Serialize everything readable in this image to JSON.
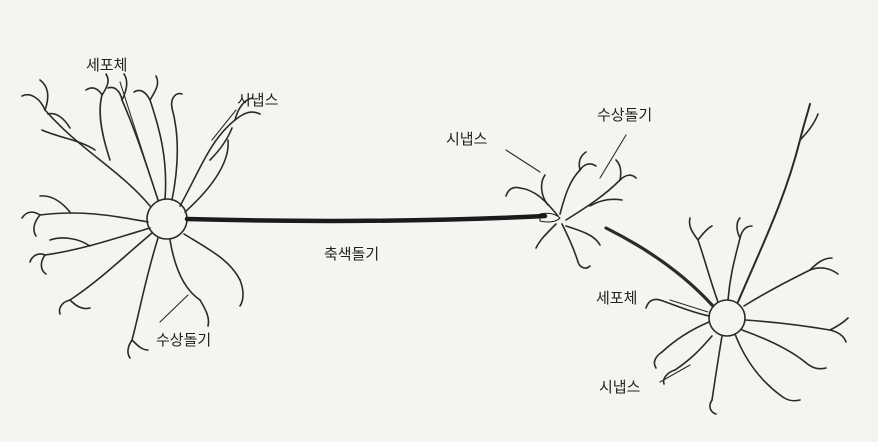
{
  "labels": {
    "cell_body_left": "세포체",
    "synapse_left": "시냅스",
    "dendrite_left": "수상돌기",
    "axon": "축색돌기",
    "synapse_mid": "시냅스",
    "dendrite_right": "수상돌기",
    "cell_body_right": "세포체",
    "synapse_right": "시냅스"
  },
  "colors": {
    "background": "#f4f4f1",
    "ink": "#2a2a2a",
    "axon": "#1a1a1a"
  }
}
